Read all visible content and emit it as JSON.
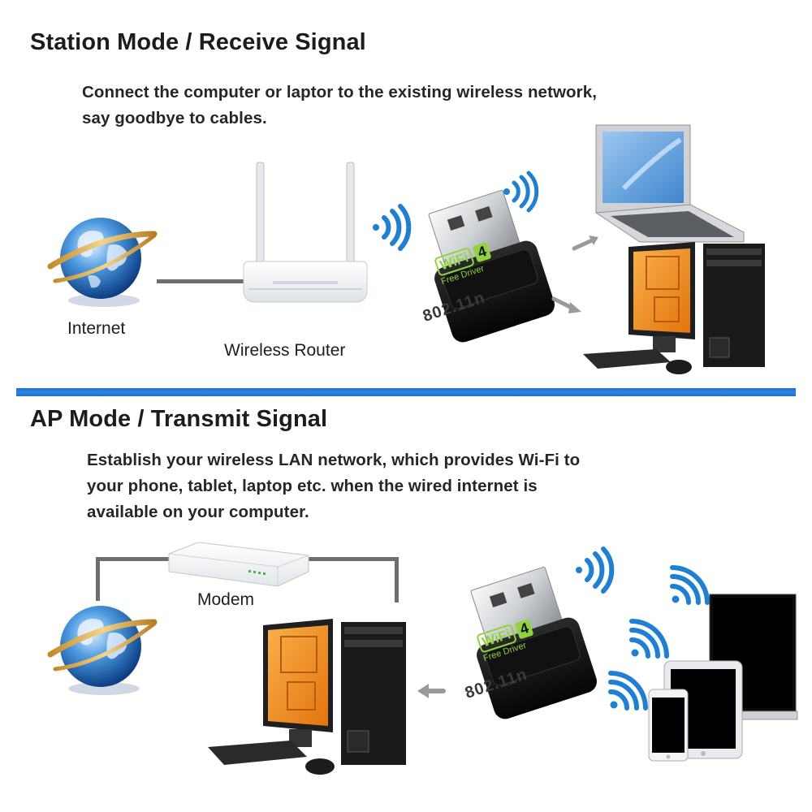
{
  "station": {
    "heading": "Station Mode / Receive Signal",
    "desc_lines": [
      "Connect the computer or laptor to the existing wireless network,",
      "say goodbye to cables."
    ],
    "labels": {
      "internet": "Internet",
      "router": "Wireless Router"
    },
    "adapter": {
      "brand": "WiFi",
      "badge": "4",
      "sub": "Free Driver",
      "standard": "802.11n"
    }
  },
  "ap": {
    "heading": "AP Mode / Transmit Signal",
    "desc_lines": [
      "Establish your wireless LAN network, which provides Wi-Fi to",
      "your phone, tablet, laptop etc. when the wired internet is",
      "available on your computer."
    ],
    "labels": {
      "modem": "Modem"
    },
    "adapter": {
      "brand": "WiFi",
      "badge": "4",
      "sub": "Free Driver",
      "standard": "802.11n"
    }
  },
  "colors": {
    "divider": "#1f6fc8",
    "wifi_signal": "#1e7fd6",
    "adapter_green": "#8fd43a",
    "monitor_orange": "#f08a1c"
  }
}
